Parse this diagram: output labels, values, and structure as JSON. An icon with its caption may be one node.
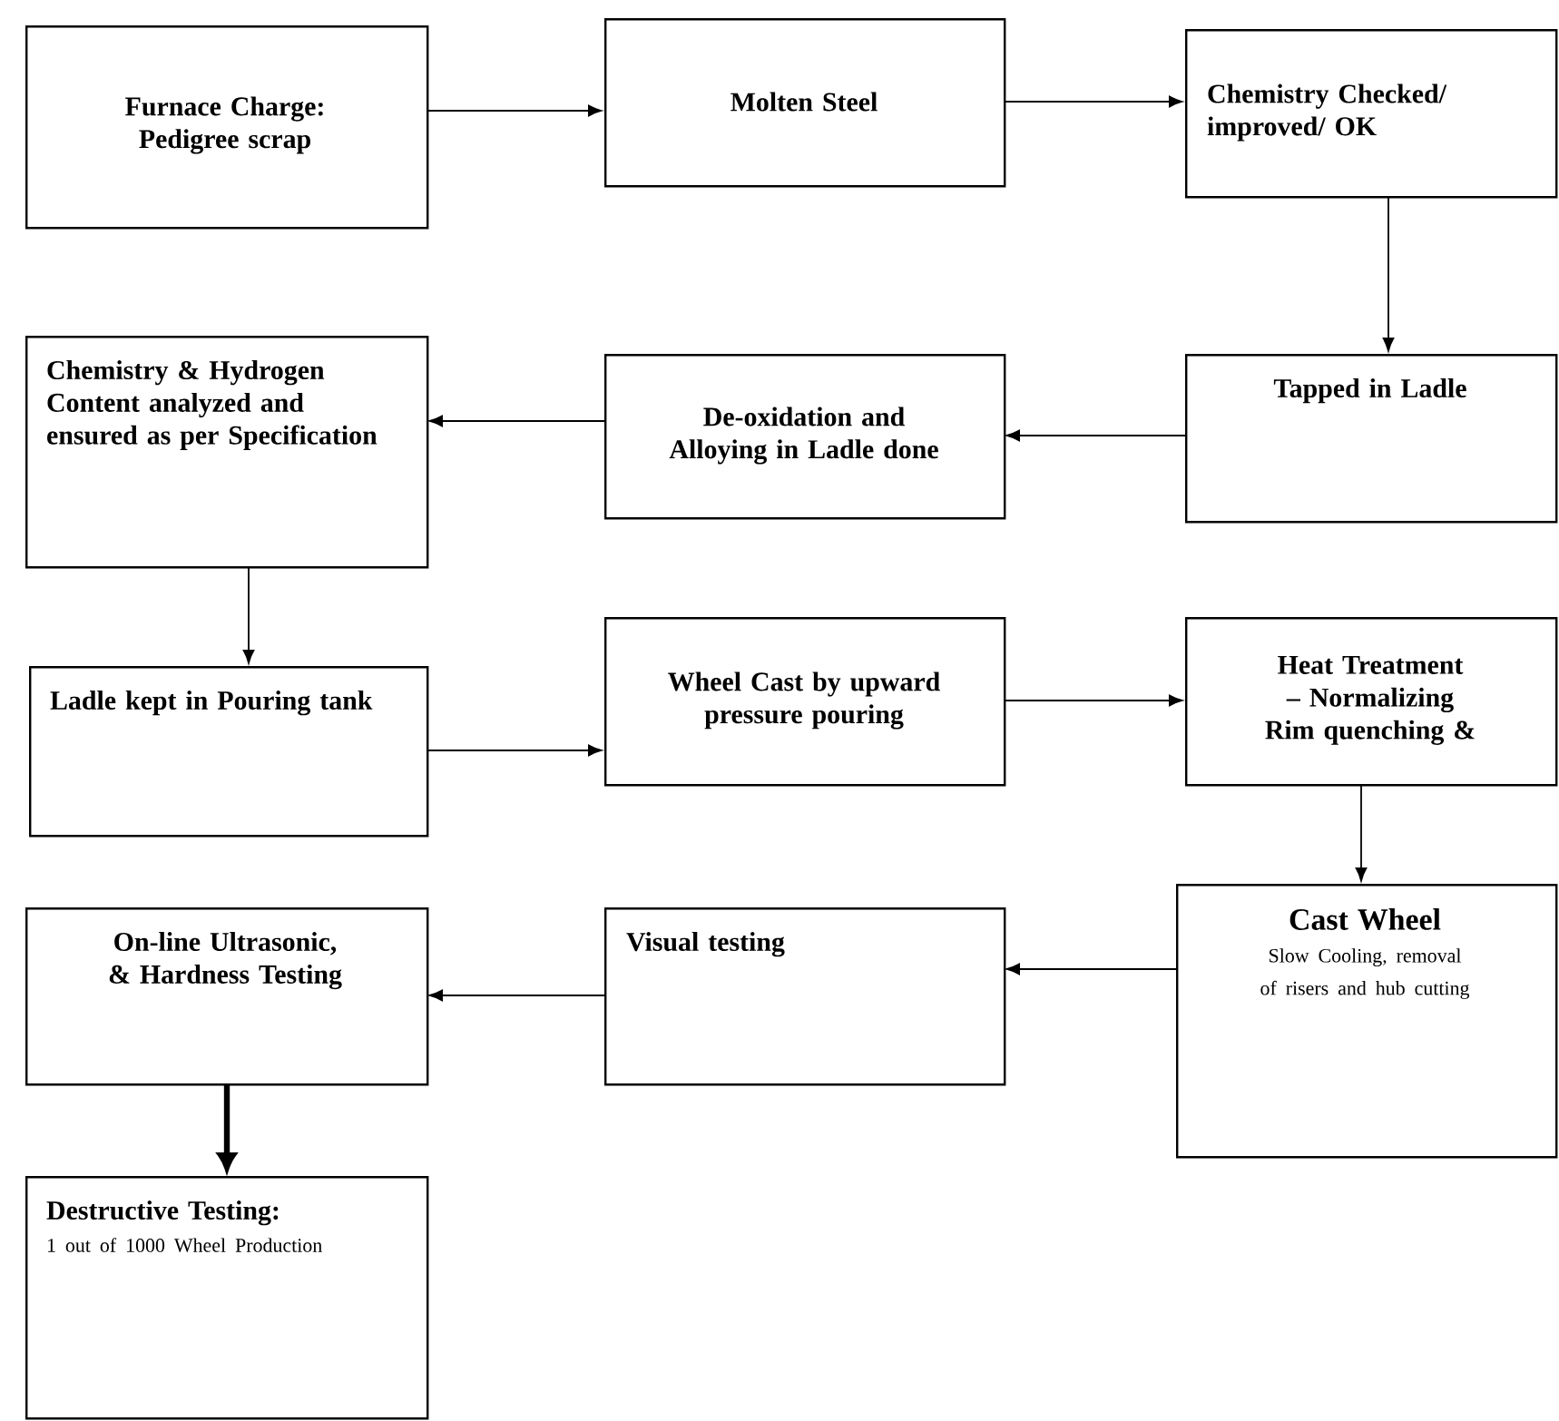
{
  "diagram": {
    "nodes": [
      {
        "text": [
          "Furnace Charge: Pedigree scrap"
        ]
      },
      {
        "text": [
          "Molten Steel"
        ]
      },
      {
        "text": [
          "Chemistry Checked/ improved/ OK"
        ]
      },
      {
        "text": [
          "Tapped in Ladle"
        ]
      },
      {
        "text": [
          "De-oxidation and Alloying in Ladle done"
        ]
      },
      {
        "text": [
          "Chemistry & Hydrogen Content analyzed and ensured as per Specification"
        ]
      },
      {
        "text": [
          "Ladle kept in Pouring tank"
        ]
      },
      {
        "text": [
          "Wheel Cast by upward pressure pouring"
        ]
      },
      {
        "text": [
          "Heat Treatment – Normalizing Rim quenching &"
        ]
      },
      {
        "text": [
          "Cast Wheel",
          "Slow Cooling, removal of risers and hub cutting"
        ]
      },
      {
        "text": [
          "On-line Ultrasonic, & Hardness Testing"
        ]
      },
      {
        "text": [
          "Visual testing"
        ]
      },
      {
        "text": [
          "Destructive Testing:",
          "1 out of 1000 Wheel Production"
        ]
      }
    ],
    "edges": [
      {
        "from": 0,
        "to": 1,
        "arrow": "to"
      },
      {
        "from": 1,
        "to": 2,
        "arrow": "to"
      },
      {
        "from": 2,
        "to": 3,
        "arrow": "to"
      },
      {
        "from": 3,
        "to": 4,
        "arrow": "to"
      },
      {
        "from": 4,
        "to": 5,
        "arrow": "to"
      },
      {
        "from": 5,
        "to": 6,
        "arrow": "to"
      },
      {
        "from": 6,
        "to": 7,
        "arrow": "to"
      },
      {
        "from": 7,
        "to": 8,
        "arrow": "to"
      },
      {
        "from": 8,
        "to": 9,
        "arrow": "to"
      },
      {
        "from": 9,
        "to": 11,
        "arrow": "to"
      },
      {
        "from": 11,
        "to": 10,
        "arrow": "to"
      },
      {
        "from": 10,
        "to": 12,
        "arrow": "to",
        "style": "thick"
      }
    ]
  }
}
